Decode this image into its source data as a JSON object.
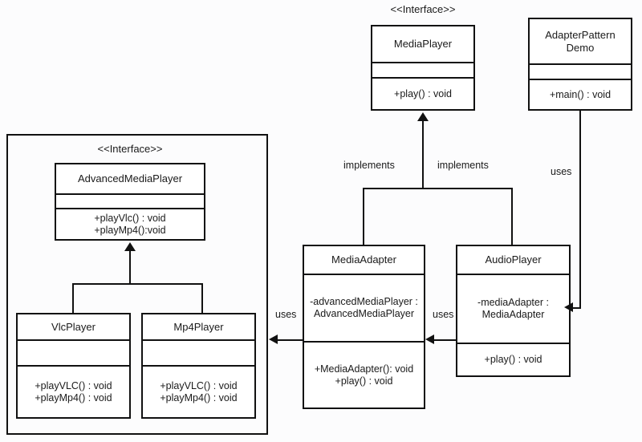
{
  "diagram": {
    "title": "Adapter Pattern UML Class Diagram",
    "type": "uml-class-diagram",
    "background_color": "#fcfcfd",
    "line_color": "#111111"
  },
  "classes": {
    "media_player": {
      "stereotype": "<<Interface>>",
      "name": "MediaPlayer",
      "attributes": [],
      "methods": [
        "+play() : void"
      ]
    },
    "adapter_pattern_demo": {
      "stereotype": "",
      "name_line1": "AdapterPattern",
      "name_line2": "Demo",
      "name": "AdapterPatternDemo",
      "attributes": [],
      "methods": [
        "+main() : void"
      ]
    },
    "advanced_media_player": {
      "stereotype": "<<Interface>>",
      "name": "AdvancedMediaPlayer",
      "attributes": [],
      "methods": [
        "+playVlc()  : void",
        "+playMp4():void"
      ]
    },
    "vlc_player": {
      "name": "VlcPlayer",
      "attributes": [],
      "methods": [
        "+playVLC()  : void",
        "+playMp4()  : void"
      ]
    },
    "mp4_player": {
      "name": "Mp4Player",
      "attributes": [],
      "methods": [
        "+playVLC()  : void",
        "+playMp4()  : void"
      ]
    },
    "media_adapter": {
      "name": "MediaAdapter",
      "attributes": [
        "-advancedMediaPlayer : AdvancedMediaPlayer"
      ],
      "methods": [
        "+MediaAdapter(): void",
        "+play() : void"
      ]
    },
    "audio_player": {
      "name": "AudioPlayer",
      "attributes": [
        "-mediaAdapter : MediaAdapter"
      ],
      "methods": [
        "+play() : void"
      ]
    }
  },
  "relations": {
    "media_adapter_implements": "implements",
    "audio_player_implements": "implements",
    "demo_uses_audio_player": "uses",
    "media_adapter_uses_advanced": "uses",
    "audio_player_uses_media_adapter": "uses"
  }
}
